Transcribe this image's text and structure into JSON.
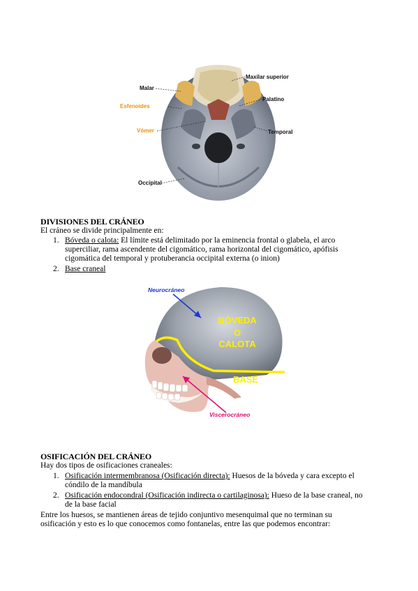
{
  "figure1": {
    "labels": {
      "malar": "Malar",
      "esfenoides": "Esfenoides",
      "vomer": "Vómer",
      "occipital": "Occipital",
      "maxilar": "Maxilar superior",
      "palatino": "Palatino",
      "temporal": "Temporal"
    },
    "colors": {
      "highlight": "#e8940f"
    }
  },
  "section1": {
    "title": "DIVISIONES DEL CRÁNEO",
    "intro": "El cráneo se divide principalmente en:",
    "items": [
      {
        "num": "1.",
        "term": "Bóveda o calota:",
        "line1": " El límite está delimitado por la eminencia frontal o glabela, el arco",
        "line2": "superciliar, rama ascendente del cigomático, rama horizontal del cigomático, apófisis",
        "line3": "cigomática del temporal y protuberancia occipital externa (o inion)"
      },
      {
        "num": "2.",
        "term": "Base craneal"
      }
    ]
  },
  "figure2": {
    "neurocraneo": "Neurocráneo",
    "boveda": "BÓVEDA",
    "o": "O",
    "calota": "CALOTA",
    "base": "BASE",
    "viscerocraneo": "Viscerocráneo",
    "colors": {
      "yellow": "#ffee00",
      "blue": "#1a3ad0",
      "pink": "#e01070"
    }
  },
  "section2": {
    "title": "OSIFICACIÓN DEL CRÁNEO",
    "intro": "Hay dos tipos de osificaciones craneales:",
    "items": [
      {
        "num": "1.",
        "term": "Osificación intermembranosa (Osificación directa):",
        "line1": " Huesos de la bóveda y cara excepto el",
        "line2": "cóndilo de la mandíbula"
      },
      {
        "num": "2.",
        "term": "Osificación endocondral (Osificación indirecta o cartilaginosa):",
        "line1": " Hueso de la base craneal, no",
        "line2": "de la base facial"
      }
    ],
    "para1": "Entre los huesos, se mantienen áreas de tejido conjuntivo mesenquimal que no terminan su",
    "para2": "osificación y esto es lo que conocemos como fontanelas, entre las que podemos encontrar:"
  }
}
